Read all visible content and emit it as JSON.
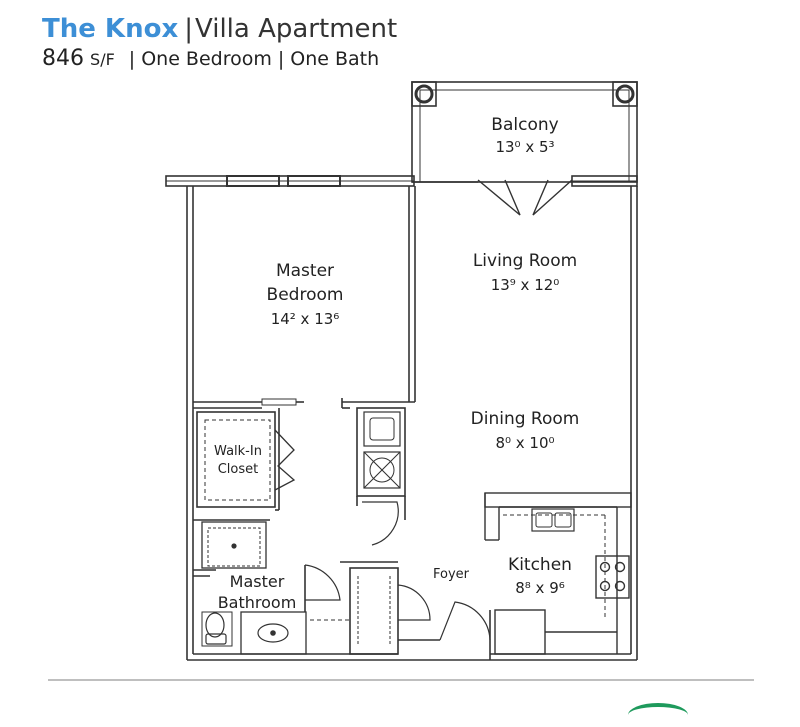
{
  "header": {
    "name": "The Knox",
    "separator": "|",
    "type": "Villa Apartment",
    "sqft_value": "846",
    "sqft_unit": "S/F",
    "bedrooms": "One Bedroom",
    "baths": "One Bath"
  },
  "rooms": {
    "balcony": {
      "name": "Balcony",
      "dims": "13⁰ x 5³"
    },
    "living": {
      "name": "Living Room",
      "dims": "13⁹ x 12⁰"
    },
    "bedroom": {
      "name1": "Master",
      "name2": "Bedroom",
      "dims": "14² x 13⁶"
    },
    "dining": {
      "name": "Dining Room",
      "dims": "8⁰ x 10⁰"
    },
    "closet": {
      "name1": "Walk-In",
      "name2": "Closet"
    },
    "kitchen": {
      "name": "Kitchen",
      "dims": "8⁸ x 9⁶"
    },
    "bathroom": {
      "name1": "Master",
      "name2": "Bathroom"
    },
    "foyer": {
      "name": "Foyer"
    }
  },
  "colors": {
    "brand_blue": "#3d8fd6",
    "wall": "#333333",
    "logo_green": "#1e9a5c"
  }
}
